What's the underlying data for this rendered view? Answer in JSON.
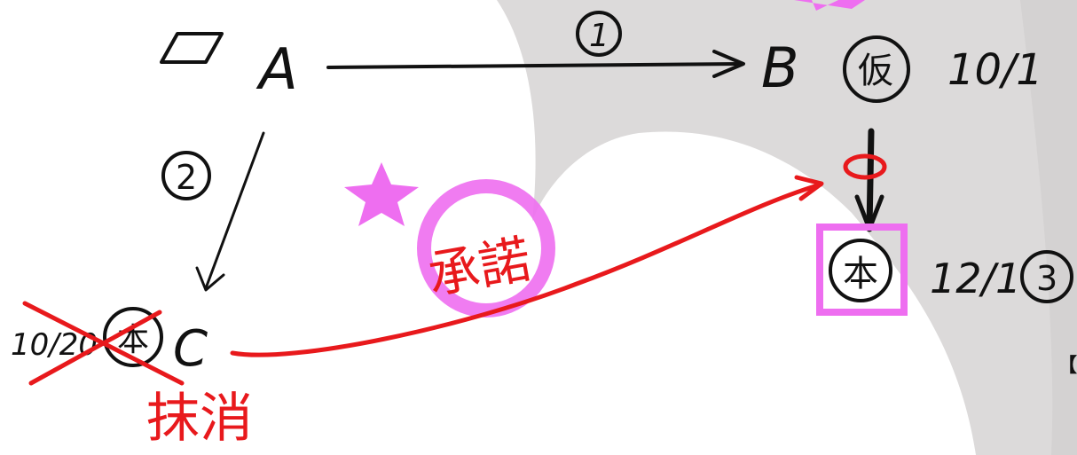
{
  "nodes": {
    "a": {
      "label": "A"
    },
    "b": {
      "label": "B",
      "mark": "仮",
      "date": "10/1"
    },
    "c": {
      "label": "C",
      "mark": "本",
      "date": "10/20",
      "note": "抹消"
    },
    "d": {
      "mark": "本",
      "date": "12/1",
      "order": "3"
    }
  },
  "edges": {
    "ab": {
      "order": "1"
    },
    "ac": {
      "order": "2"
    }
  },
  "annotations": {
    "stamp_text": "承諾",
    "bracket_text": "【"
  },
  "colors": {
    "ink": "#111111",
    "red": "#e8191c",
    "pink": "#ee6ef0",
    "grey_bg": "#d9d7d7"
  }
}
